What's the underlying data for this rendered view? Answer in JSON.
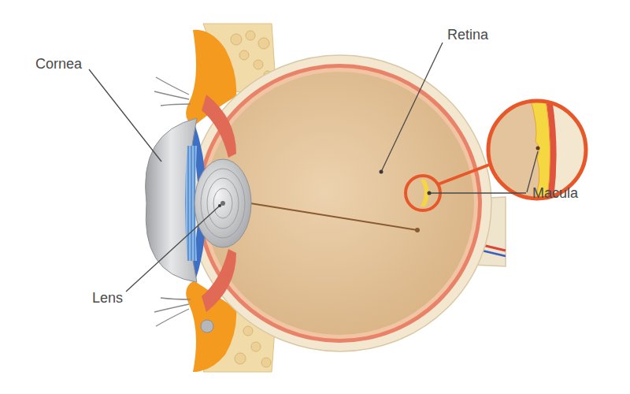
{
  "diagram": {
    "labels": [
      "Cornea",
      "Retina",
      "Macula",
      "Lens"
    ]
  }
}
